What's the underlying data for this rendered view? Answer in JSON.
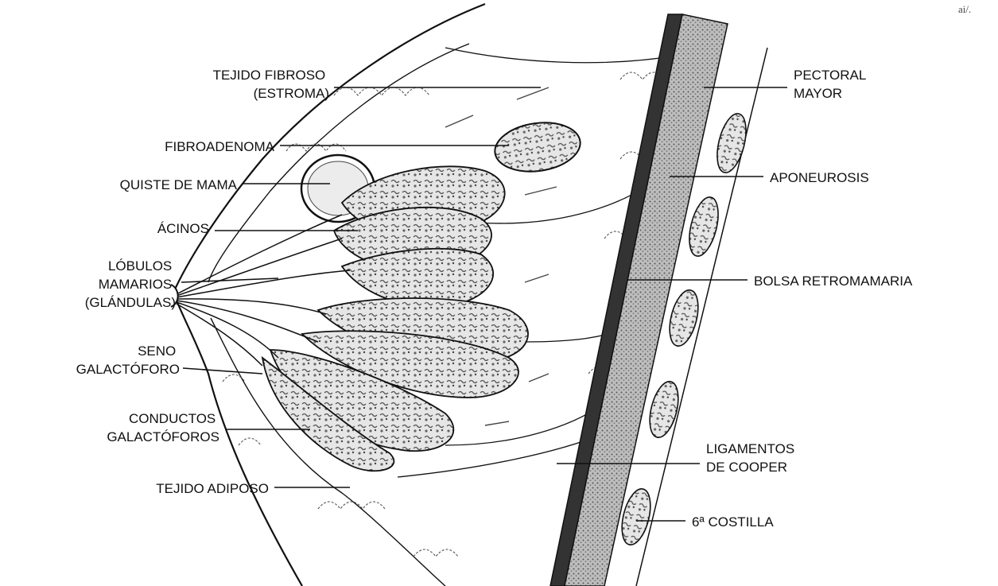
{
  "corner_mark": "ai/.",
  "labels": {
    "tejido_fibroso": [
      "TEJIDO FIBROSO",
      "(ESTROMA)"
    ],
    "fibroadenoma": [
      "FIBROADENOMA"
    ],
    "quiste": [
      "QUISTE DE MAMA"
    ],
    "acinos": [
      "ÁCINOS"
    ],
    "lobulos": [
      "LÓBULOS",
      "MAMARIOS",
      "(GLÁNDULAS)"
    ],
    "seno": [
      "SENO",
      "GALACTÓFORO"
    ],
    "conductos": [
      "CONDUCTOS",
      "GALACTÓFOROS"
    ],
    "adiposo": [
      "TEJIDO ADIPOSO"
    ],
    "pectoral": [
      "PECTORAL",
      "MAYOR"
    ],
    "aponeurosis": [
      "APONEUROSIS"
    ],
    "bolsa": [
      "BOLSA RETROMAMARIA"
    ],
    "cooper": [
      "LIGAMENTOS",
      "DE COOPER"
    ],
    "costilla": [
      "6ª COSTILLA"
    ]
  },
  "colors": {
    "ink": "#111111",
    "muscle": "#8a8a8a",
    "lobule": "#d9d9d9",
    "background": "#ffffff"
  }
}
